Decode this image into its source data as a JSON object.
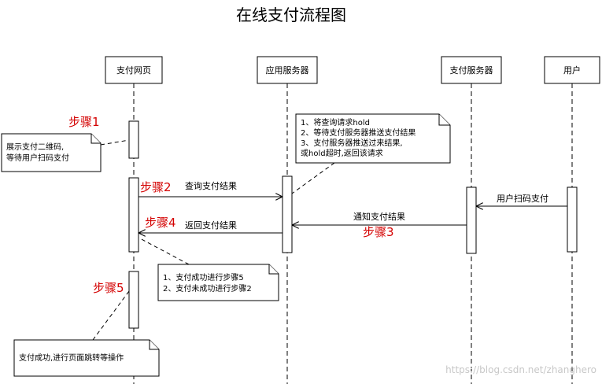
{
  "title": "在线支付流程图",
  "participants": {
    "webpage": "支付网页",
    "app_server": "应用服务器",
    "pay_server": "支付服务器",
    "user": "用户"
  },
  "steps": {
    "step1": "步骤1",
    "step2": "步骤2",
    "step3": "步骤3",
    "step4": "步骤4",
    "step5": "步骤5"
  },
  "messages": {
    "query_result": "查询支付结果",
    "return_result": "返回支付结果",
    "notify_result": "通知支付结果",
    "user_scan_pay": "用户扫码支付"
  },
  "notes": {
    "show_qr": [
      "展示支付二维码,",
      "等待用户扫码支付"
    ],
    "hold": [
      "1、将查询请求hold",
      "2、等待支付服务器推送支付结果",
      "3、支付服务器推送过来结果,",
      "   或hold超时,返回该请求"
    ],
    "branch": [
      "1、支付成功进行步骤5",
      "2、支付未成功进行步骤2"
    ],
    "success": [
      "支付成功,进行页面跳转等操作"
    ]
  },
  "watermark": "https://blog.csdn.net/zhanghero"
}
